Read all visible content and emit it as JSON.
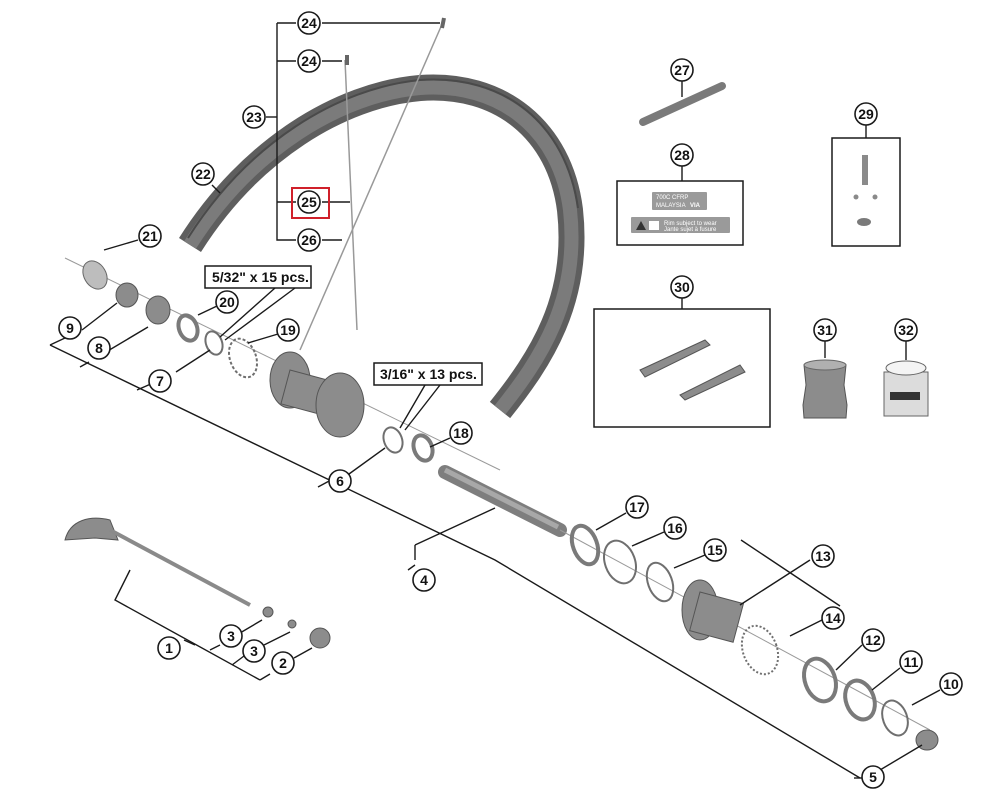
{
  "diagram": {
    "title": "Rear wheel exploded parts diagram",
    "highlighted_part": "25",
    "highlight_color": "#d0202a",
    "callouts": [
      "1",
      "2",
      "3",
      "3",
      "4",
      "5",
      "6",
      "7",
      "8",
      "9",
      "10",
      "11",
      "12",
      "13",
      "14",
      "15",
      "16",
      "17",
      "18",
      "19",
      "20",
      "21",
      "22",
      "23",
      "24",
      "24",
      "25",
      "26",
      "27",
      "28",
      "29",
      "30",
      "31",
      "32"
    ],
    "notes": {
      "ball_front": "5/32\" x 15 pcs.",
      "ball_rear": "3/16\" x 13 pcs."
    },
    "rim_label": {
      "line1": "700C  CFRP",
      "line2": "MALAYSIA",
      "brand_mark": "VIA",
      "warning_en": "Rim subject to wear",
      "warning_fr": "Jante sujet à fusure"
    },
    "parts": {
      "p1": "1",
      "p2": "2",
      "p3a": "3",
      "p3b": "3",
      "p4": "4",
      "p5": "5",
      "p6": "6",
      "p7": "7",
      "p8": "8",
      "p9": "9",
      "p10": "10",
      "p11": "11",
      "p12": "12",
      "p13": "13",
      "p14": "14",
      "p15": "15",
      "p16": "16",
      "p17": "17",
      "p18": "18",
      "p19": "19",
      "p20": "20",
      "p21": "21",
      "p22": "22",
      "p23": "23",
      "p24a": "24",
      "p24b": "24",
      "p25": "25",
      "p26": "26",
      "p27": "27",
      "p28": "28",
      "p29": "29",
      "p30": "30",
      "p31": "31",
      "p32": "32"
    }
  }
}
